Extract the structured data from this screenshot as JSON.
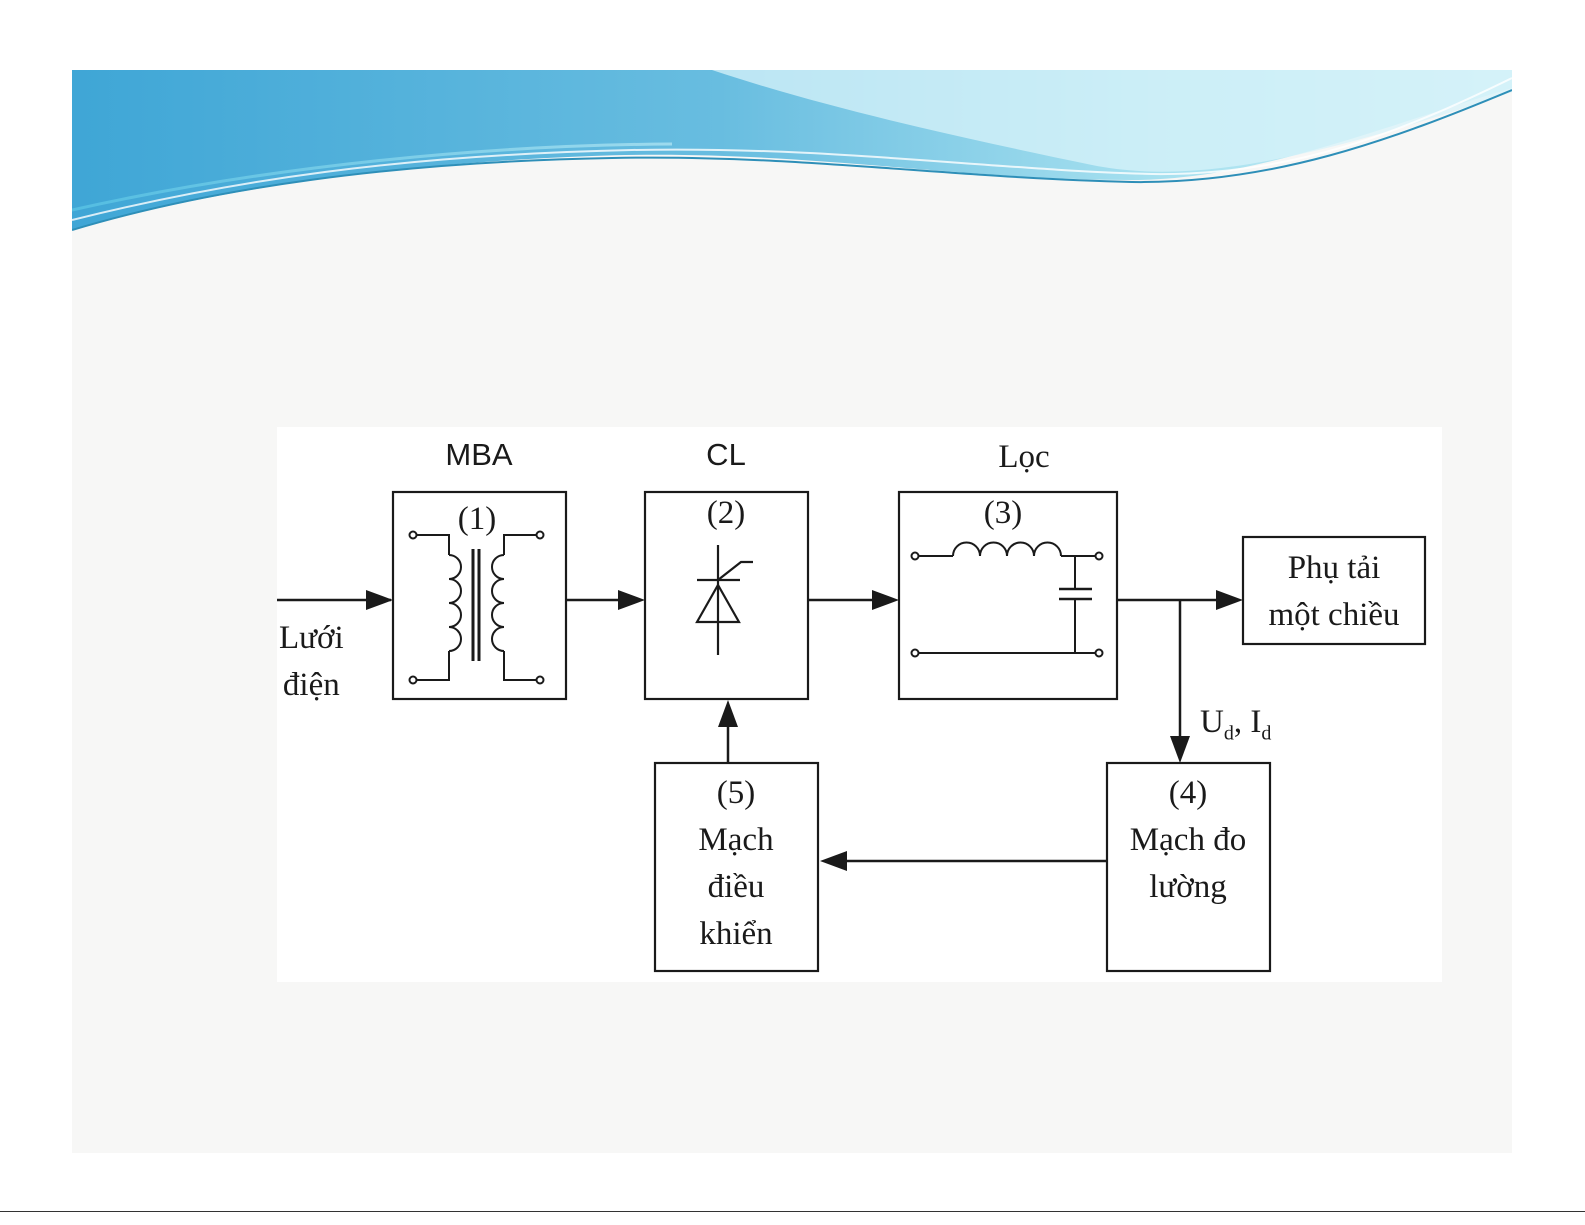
{
  "diagram": {
    "top_labels": {
      "transformer": "MBA",
      "rectifier": "CL",
      "filter": "Lọc"
    },
    "blocks": {
      "transformer": {
        "number": "(1)"
      },
      "rectifier": {
        "number": "(2)"
      },
      "filter": {
        "number": "(3)"
      },
      "measuring": {
        "number": "(4)",
        "line1": "Mạch đo",
        "line2": "lường"
      },
      "control": {
        "number": "(5)",
        "line1": "Mạch",
        "line2": "điều",
        "line3": "khiển"
      },
      "load": {
        "line1": "Phụ tải",
        "line2": "một chiều"
      }
    },
    "input": {
      "line1": "Lưới",
      "line2": "điện"
    },
    "feedback_signal": {
      "u": "U",
      "u_sub": "d",
      "sep": ", ",
      "i": "I",
      "i_sub": "d"
    }
  },
  "colors": {
    "banner_light": "#bfe9f2",
    "banner_mid": "#6ec7df",
    "banner_dark": "#2f8fc0",
    "slide_bg": "#f7f7f6",
    "stroke": "#1a1a1a"
  }
}
